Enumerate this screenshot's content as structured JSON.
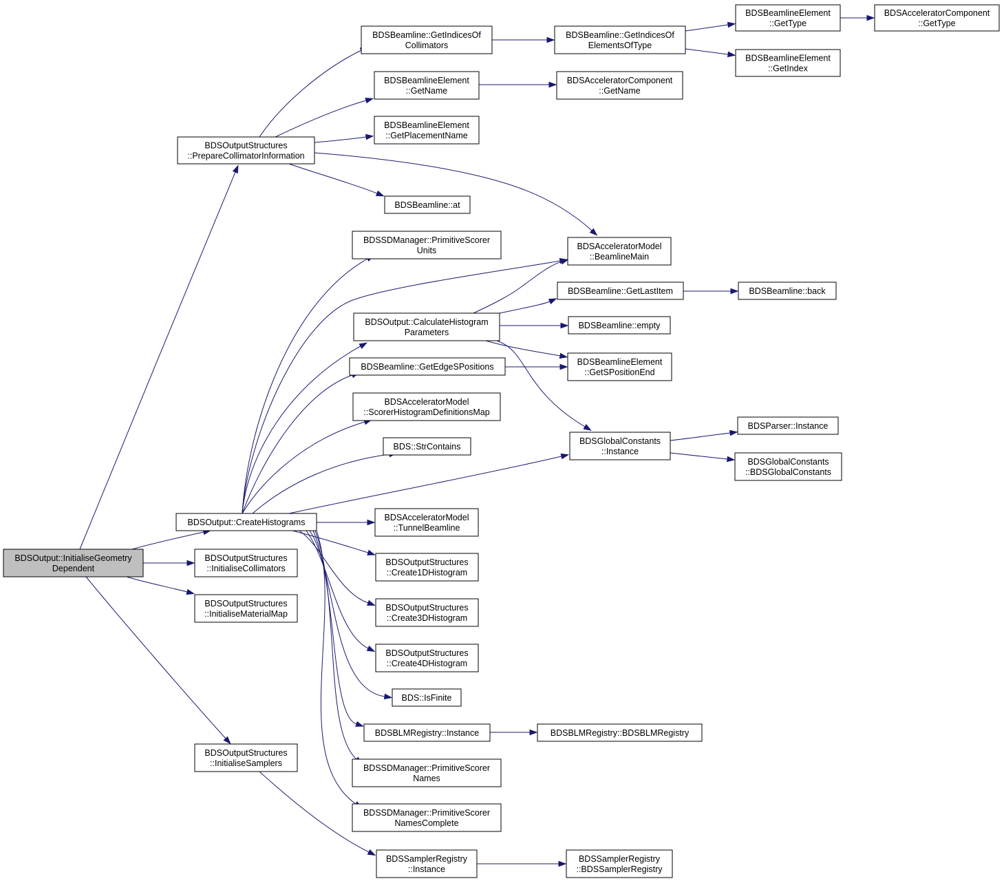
{
  "diagram": {
    "type": "call-graph",
    "colors": {
      "edge": "#191970",
      "root_fill": "#bfbfbf",
      "node_fill": "#ffffff",
      "node_border": "#000000"
    },
    "nodes": [
      {
        "id": "n0",
        "lines": [
          "BDSOutput::InitialiseGeometry",
          "Dependent"
        ],
        "root": true
      },
      {
        "id": "n1",
        "lines": [
          "BDSOutputStructures",
          "::PrepareCollimatorInformation"
        ]
      },
      {
        "id": "n2",
        "lines": [
          "BDSOutput::CreateHistograms"
        ]
      },
      {
        "id": "n3",
        "lines": [
          "BDSOutputStructures",
          "::InitialiseCollimators"
        ]
      },
      {
        "id": "n4",
        "lines": [
          "BDSOutputStructures",
          "::InitialiseMaterialMap"
        ]
      },
      {
        "id": "n5",
        "lines": [
          "BDSOutputStructures",
          "::InitialiseSamplers"
        ]
      },
      {
        "id": "n6",
        "lines": [
          "BDSBeamline::GetIndicesOf",
          "Collimators"
        ]
      },
      {
        "id": "n7",
        "lines": [
          "BDSBeamlineElement",
          "::GetName"
        ]
      },
      {
        "id": "n8",
        "lines": [
          "BDSBeamlineElement",
          "::GetPlacementName"
        ]
      },
      {
        "id": "n9",
        "lines": [
          "BDSBeamline::at"
        ]
      },
      {
        "id": "n10",
        "lines": [
          "BDSAcceleratorModel",
          "::BeamlineMain"
        ]
      },
      {
        "id": "n11",
        "lines": [
          "BDSSDManager::PrimitiveScorer",
          "Units"
        ]
      },
      {
        "id": "n12",
        "lines": [
          "BDSOutput::CalculateHistogram",
          "Parameters"
        ]
      },
      {
        "id": "n13",
        "lines": [
          "BDSBeamline::GetEdgeSPositions"
        ]
      },
      {
        "id": "n14",
        "lines": [
          "BDSAcceleratorModel",
          "::ScorerHistogramDefinitionsMap"
        ]
      },
      {
        "id": "n15",
        "lines": [
          "BDS::StrContains"
        ]
      },
      {
        "id": "n16",
        "lines": [
          "BDSGlobalConstants",
          "::Instance"
        ]
      },
      {
        "id": "n17",
        "lines": [
          "BDSAcceleratorModel",
          "::TunnelBeamline"
        ]
      },
      {
        "id": "n18",
        "lines": [
          "BDSOutputStructures",
          "::Create1DHistogram"
        ]
      },
      {
        "id": "n19",
        "lines": [
          "BDSOutputStructures",
          "::Create3DHistogram"
        ]
      },
      {
        "id": "n20",
        "lines": [
          "BDSOutputStructures",
          "::Create4DHistogram"
        ]
      },
      {
        "id": "n21",
        "lines": [
          "BDS::IsFinite"
        ]
      },
      {
        "id": "n22",
        "lines": [
          "BDSBLMRegistry::Instance"
        ]
      },
      {
        "id": "n23",
        "lines": [
          "BDSSDManager::PrimitiveScorer",
          "Names"
        ]
      },
      {
        "id": "n24",
        "lines": [
          "BDSSDManager::PrimitiveScorer",
          "NamesComplete"
        ]
      },
      {
        "id": "n25",
        "lines": [
          "BDSSamplerRegistry",
          "::Instance"
        ]
      },
      {
        "id": "n26",
        "lines": [
          "BDSBeamline::GetIndicesOf",
          "ElementsOfType"
        ]
      },
      {
        "id": "n27",
        "lines": [
          "BDSAcceleratorComponent",
          "::GetName"
        ]
      },
      {
        "id": "n28",
        "lines": [
          "BDSBeamline::GetLastItem"
        ]
      },
      {
        "id": "n29",
        "lines": [
          "BDSBeamline::empty"
        ]
      },
      {
        "id": "n30",
        "lines": [
          "BDSBeamlineElement",
          "::GetSPositionEnd"
        ]
      },
      {
        "id": "n31",
        "lines": [
          "BDSParser::Instance"
        ]
      },
      {
        "id": "n32",
        "lines": [
          "BDSGlobalConstants",
          "::BDSGlobalConstants"
        ]
      },
      {
        "id": "n33",
        "lines": [
          "BDSBLMRegistry::BDSBLMRegistry"
        ]
      },
      {
        "id": "n34",
        "lines": [
          "BDSSamplerRegistry",
          "::BDSSamplerRegistry"
        ]
      },
      {
        "id": "n35",
        "lines": [
          "BDSBeamlineElement",
          "::GetType"
        ]
      },
      {
        "id": "n36",
        "lines": [
          "BDSBeamlineElement",
          "::GetIndex"
        ]
      },
      {
        "id": "n37",
        "lines": [
          "BDSAcceleratorComponent",
          "::GetType"
        ]
      },
      {
        "id": "n38",
        "lines": [
          "BDSBeamline::back"
        ]
      }
    ],
    "edges": [
      {
        "from": "n0",
        "to": "n1"
      },
      {
        "from": "n0",
        "to": "n2"
      },
      {
        "from": "n0",
        "to": "n3"
      },
      {
        "from": "n0",
        "to": "n4"
      },
      {
        "from": "n0",
        "to": "n5"
      },
      {
        "from": "n1",
        "to": "n6"
      },
      {
        "from": "n1",
        "to": "n7"
      },
      {
        "from": "n1",
        "to": "n8"
      },
      {
        "from": "n1",
        "to": "n9"
      },
      {
        "from": "n1",
        "to": "n10"
      },
      {
        "from": "n2",
        "to": "n11"
      },
      {
        "from": "n2",
        "to": "n10"
      },
      {
        "from": "n2",
        "to": "n12"
      },
      {
        "from": "n2",
        "to": "n13"
      },
      {
        "from": "n2",
        "to": "n14"
      },
      {
        "from": "n2",
        "to": "n15"
      },
      {
        "from": "n2",
        "to": "n16"
      },
      {
        "from": "n2",
        "to": "n17"
      },
      {
        "from": "n2",
        "to": "n18"
      },
      {
        "from": "n2",
        "to": "n19"
      },
      {
        "from": "n2",
        "to": "n20"
      },
      {
        "from": "n2",
        "to": "n21"
      },
      {
        "from": "n2",
        "to": "n22"
      },
      {
        "from": "n2",
        "to": "n23"
      },
      {
        "from": "n2",
        "to": "n24"
      },
      {
        "from": "n5",
        "to": "n25"
      },
      {
        "from": "n6",
        "to": "n26"
      },
      {
        "from": "n26",
        "to": "n35"
      },
      {
        "from": "n26",
        "to": "n36"
      },
      {
        "from": "n35",
        "to": "n37"
      },
      {
        "from": "n7",
        "to": "n27"
      },
      {
        "from": "n12",
        "to": "n10"
      },
      {
        "from": "n12",
        "to": "n28"
      },
      {
        "from": "n12",
        "to": "n29"
      },
      {
        "from": "n12",
        "to": "n30"
      },
      {
        "from": "n12",
        "to": "n16"
      },
      {
        "from": "n13",
        "to": "n30"
      },
      {
        "from": "n28",
        "to": "n38"
      },
      {
        "from": "n16",
        "to": "n31"
      },
      {
        "from": "n16",
        "to": "n32"
      },
      {
        "from": "n22",
        "to": "n33"
      },
      {
        "from": "n25",
        "to": "n34"
      }
    ]
  }
}
